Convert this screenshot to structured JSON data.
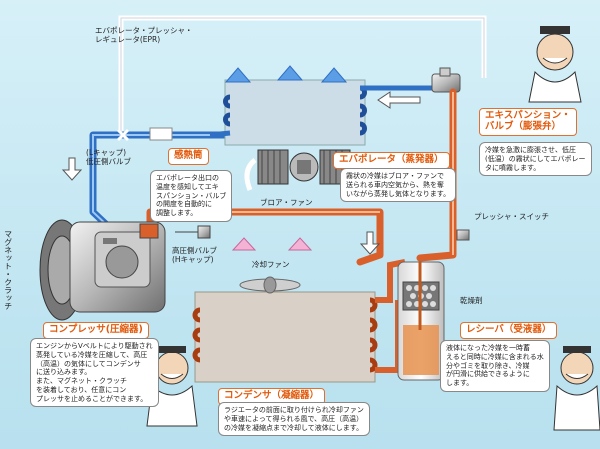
{
  "labels": {
    "epr": "エバポレータ・プレッシャ・\nレギュレータ(EPR)",
    "l_cap": "(Lキャップ)\n低圧側バルブ",
    "sensor_bulb": "感熱筒",
    "evaporator": "エバポレータ（蒸発器）",
    "expansion_valve": "エキスパンション・\nバルブ（膨張弁）",
    "blower_fan": "ブロア・ファン",
    "h_cap": "高圧側バルブ\n(Hキャップ)",
    "cooling_fan": "冷却ファン",
    "pressure_switch": "プレッシャ・スイッチ",
    "desiccant": "乾燥剤",
    "receiver": "レシーバ（受液器）",
    "compressor": "コンプレッサ(圧縮器)",
    "condenser": "コンデンサ（凝縮器）",
    "magnet_clutch": "マグネット・クラッチ"
  },
  "notes": {
    "sensor_bulb": "エバポレータ出口の\n温度を感知してエキ\nスパンション・バルブ\nの開度を自動的に\n調整します。",
    "evaporator": "霧状の冷媒はブロア・ファンで\n送られる車内空気から、熱を奪\nいながら蒸発し気体となります。",
    "expansion_valve": "冷媒を急激に膨張させ、低圧\n(低温）の霧状にしてエバポレー\nタに噴霧します。",
    "compressor": "エンジンからVベルトにより駆動され\n蒸発している冷媒を圧縮して、高圧\n（高温）の気体にしてコンデンサ\nに送り込みます。\nまた、マグネット・クラッチ\nを装着しており、任意にコン\nプレッサを止めることができます。",
    "receiver": "液体になった冷媒を一時蓄\nえると同時に冷媒に含まれる水\n分やゴミを取り除き、冷媒\nが円滑に供給できるように\nします。",
    "condenser": "ラジエータの前面に取り付けられ冷却ファン\nや車速によって得られる風で、高圧（高温）\nの冷媒を凝縮点まで冷却して液体にします。"
  },
  "colors": {
    "low_pressure": "#3a7fd0",
    "high_pressure": "#e06a2c",
    "accent": "#e15a0c"
  },
  "icons": [
    "air-flow-arrow-icon",
    "flow-direction-arrow-icon",
    "mechanic-character-icon"
  ]
}
